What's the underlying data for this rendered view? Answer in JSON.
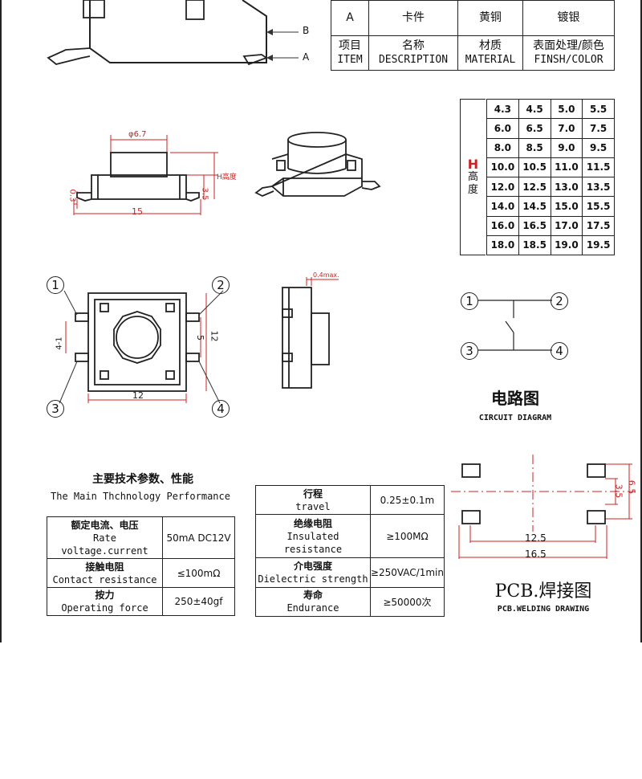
{
  "materials": {
    "row1": [
      "A",
      "卡件",
      "黄铜",
      "镀银"
    ],
    "row2": [
      {
        "cn": "项目",
        "en": "ITEM"
      },
      {
        "cn": "名称",
        "en": "DESCRIPTION"
      },
      {
        "cn": "材质",
        "en": "MATERIAL"
      },
      {
        "cn": "表面处理/颜色",
        "en": "FINSH/COLOR"
      }
    ]
  },
  "top_markers": {
    "b": "B",
    "a": "A"
  },
  "height_table": {
    "label_letter": "H",
    "label_cn": [
      "高",
      "度"
    ],
    "values": [
      [
        "4.3",
        "4.5",
        "5.0",
        "5.5"
      ],
      [
        "6.0",
        "6.5",
        "7.0",
        "7.5"
      ],
      [
        "8.0",
        "8.5",
        "9.0",
        "9.5"
      ],
      [
        "10.0",
        "10.5",
        "11.0",
        "11.5"
      ],
      [
        "12.0",
        "12.5",
        "13.0",
        "13.5"
      ],
      [
        "14.0",
        "14.5",
        "15.0",
        "15.5"
      ],
      [
        "16.0",
        "16.5",
        "17.0",
        "17.5"
      ],
      [
        "18.0",
        "18.5",
        "19.0",
        "19.5"
      ]
    ]
  },
  "side_view": {
    "dia": "φ6.7",
    "h_label": "H高度",
    "body_h": "3.5",
    "lead": "0.3",
    "width": "15"
  },
  "bottom_view": {
    "w": "12",
    "h": "12",
    "pin_pitch": "5",
    "lead": "4-1",
    "pins": [
      "1",
      "2",
      "3",
      "4"
    ]
  },
  "profile": {
    "note": "0.4max."
  },
  "circuit": {
    "pins": [
      "1",
      "2",
      "3",
      "4"
    ],
    "title_cn": "电路图",
    "title_en": "CIRCUIT DIAGRAM"
  },
  "specs": {
    "title_cn": "主要技术参数、性能",
    "title_en": "The Main Thchnology Performance",
    "left": [
      {
        "cn": "额定电流、电压",
        "en": "Rate voltage.current",
        "value": "50mA DC12V"
      },
      {
        "cn": "接触电阻",
        "en": "Contact resistance",
        "value": "≤100mΩ"
      },
      {
        "cn": "按力",
        "en": "Operating force",
        "value": "250±40gf"
      }
    ],
    "right": [
      {
        "cn": "行程",
        "en": "travel",
        "value": "0.25±0.1m"
      },
      {
        "cn": "绝缘电阻",
        "en": "Insulated resistance",
        "value": "≥100MΩ"
      },
      {
        "cn": "介电强度",
        "en": "Dielectric strength",
        "value": "≥250VAC/1min"
      },
      {
        "cn": "寿命",
        "en": "Endurance",
        "value": "≥50000次"
      }
    ]
  },
  "pcb": {
    "d1": "12.5",
    "d2": "16.5",
    "v1": "3.5",
    "v2": "6.5",
    "title_cn": "PCB.焊接图",
    "title_en": "PCB.WELDING DRAWING"
  },
  "colors": {
    "dimension": "#cc2222",
    "line": "#222222"
  }
}
